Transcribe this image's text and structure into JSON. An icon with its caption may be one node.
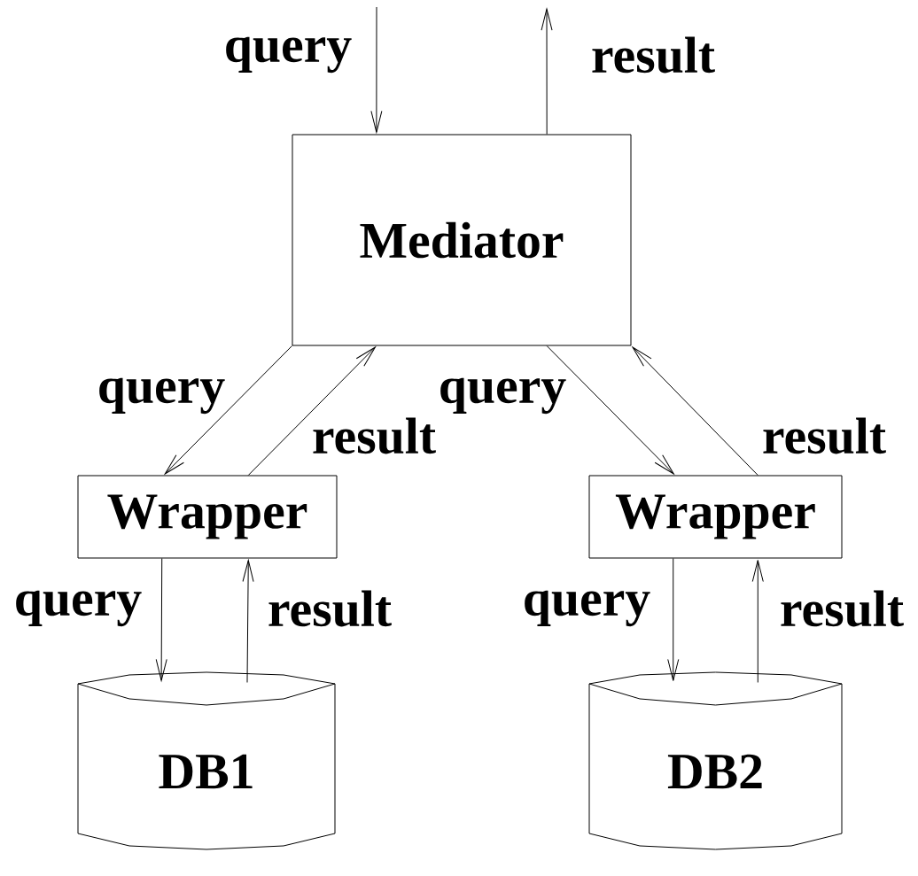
{
  "diagram": {
    "nodes": [
      {
        "text": [
          "Mediator"
        ]
      },
      {
        "text": [
          "Wrapper"
        ]
      },
      {
        "text": [
          "Wrapper"
        ]
      },
      {
        "text": [
          "DB1"
        ]
      },
      {
        "text": [
          "DB2"
        ]
      }
    ],
    "edges": [
      {
        "from": null,
        "to": 0,
        "arrow": "to",
        "label": "query"
      },
      {
        "from": 0,
        "to": null,
        "arrow": "to",
        "label": "result"
      },
      {
        "from": 0,
        "to": 1,
        "arrow": "to",
        "label": "query"
      },
      {
        "from": 1,
        "to": 0,
        "arrow": "to",
        "label": "result"
      },
      {
        "from": 0,
        "to": 2,
        "arrow": "to",
        "label": "query"
      },
      {
        "from": 2,
        "to": 0,
        "arrow": "to",
        "label": "result"
      },
      {
        "from": 1,
        "to": 3,
        "arrow": "to",
        "label": "query"
      },
      {
        "from": 3,
        "to": 1,
        "arrow": "to",
        "label": "result"
      },
      {
        "from": 2,
        "to": 4,
        "arrow": "to",
        "label": "query"
      },
      {
        "from": 4,
        "to": 2,
        "arrow": "to",
        "label": "result"
      }
    ]
  }
}
